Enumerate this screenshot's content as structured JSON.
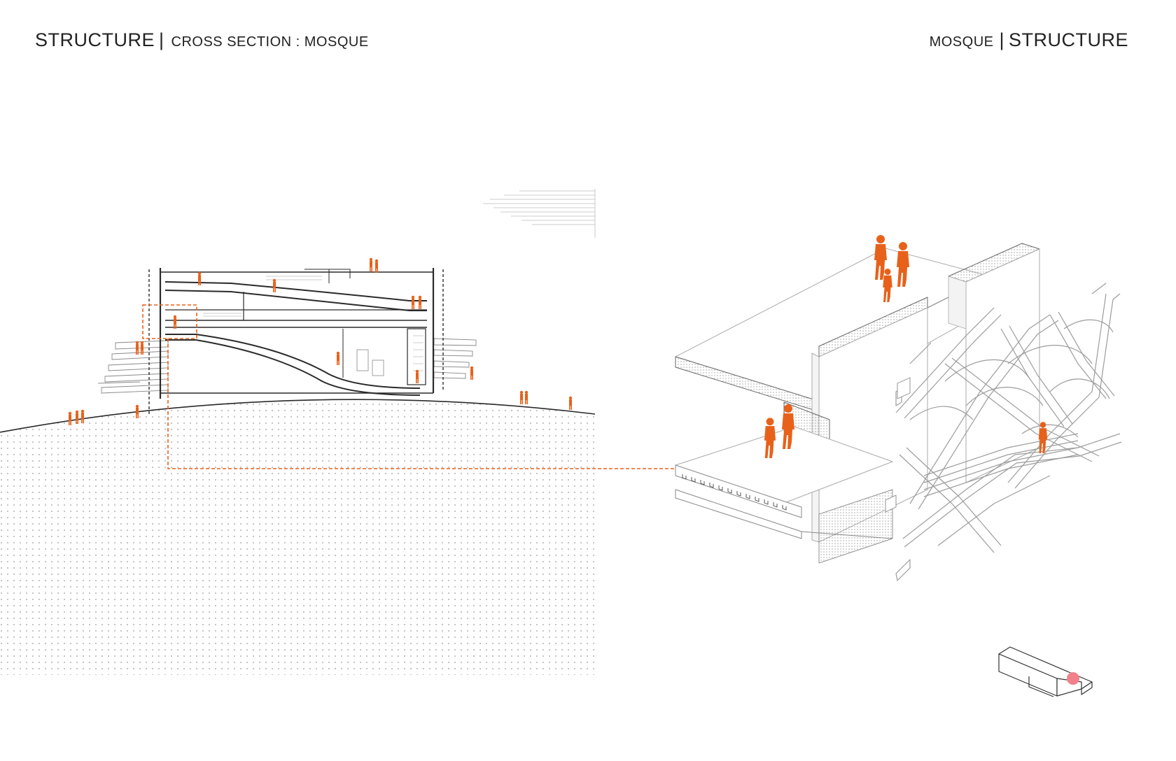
{
  "header_left": {
    "title": "STRUCTURE",
    "separator": "|",
    "subtitle": "CROSS SECTION : MOSQUE"
  },
  "header_right": {
    "label": "MOSQUE",
    "separator": "|",
    "title": "STRUCTURE"
  },
  "colors": {
    "accent": "#e8611a",
    "line": "#2a2a2a",
    "light_line": "#b8b8b8",
    "dot": "#9a9a9a",
    "marker": "#f0818b"
  }
}
